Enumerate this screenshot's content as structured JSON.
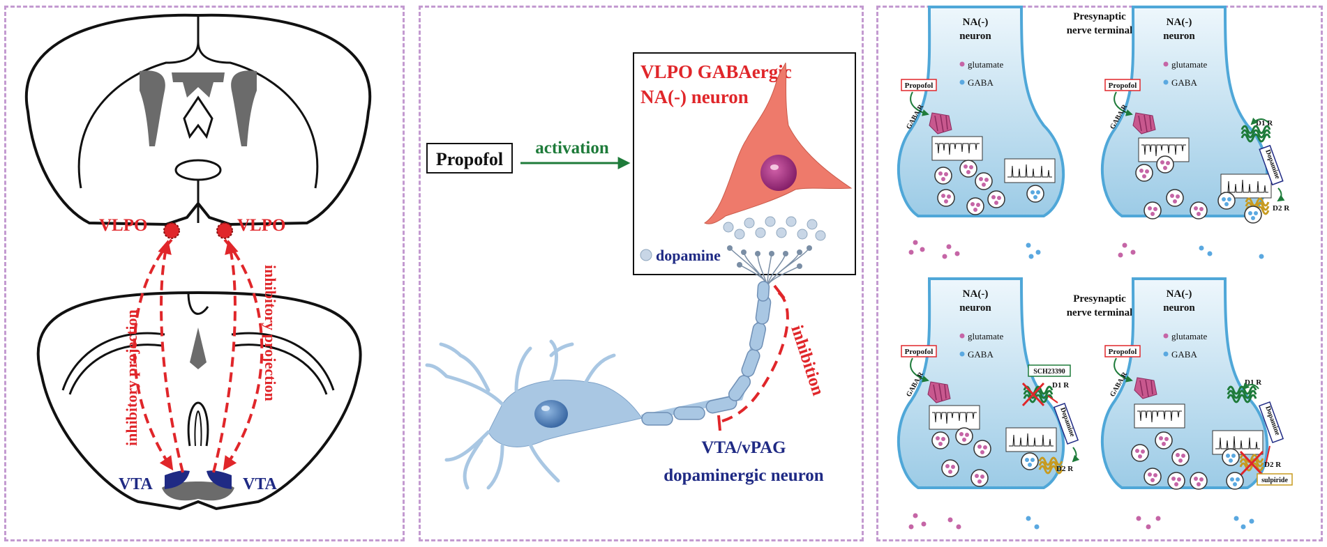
{
  "left_panel": {
    "vlpo_left": "VLPO",
    "vlpo_right": "VLPO",
    "projection_left": "inhibitory projection",
    "projection_right": "inhibitory projection",
    "vta_left": "VTA",
    "vta_right": "VTA"
  },
  "middle_panel": {
    "propofol": "Propofol",
    "activation": "activation",
    "neuron_title_line1": "VLPO GABAergic",
    "neuron_title_line2": "NA(-) neuron",
    "dopamine": "dopamine",
    "inhibition": "inhibition",
    "vta_line1": "VTA/vPAG",
    "vta_line2": "dopaminergic neuron"
  },
  "right_panel": {
    "presyn_line1": "Presynaptic",
    "presyn_line2": "nerve terminal",
    "na_line1": "NA(-)",
    "na_line2": "neuron",
    "glutamate": "glutamate",
    "gaba": "GABA",
    "propofol": "Propofol",
    "gabaar": "GABAₐR",
    "d1r": "D1 R",
    "d2r": "D2 R",
    "dopamine": "Dopamine",
    "sch": "SCH23390",
    "sulpiride": "sulpiride"
  },
  "colors": {
    "red": "#e0262a",
    "navy": "#1f2a84",
    "green": "#1e7b3a",
    "border": "#c39ad0",
    "synapse": "#a7d3ea",
    "synapse_edge": "#4fa7d8",
    "neuron_pink": "#ee7a6b",
    "neuron_blue": "#a9c7e3",
    "brain_gray": "#6b6b6b"
  }
}
